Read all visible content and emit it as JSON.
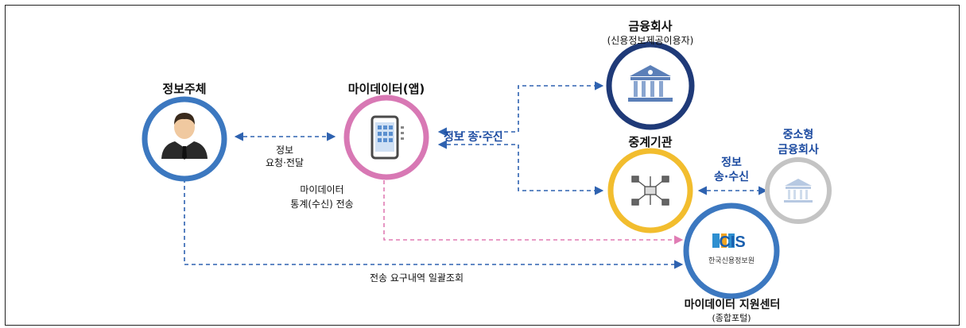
{
  "nodes": {
    "subject": {
      "title": "정보주체"
    },
    "app": {
      "title": "마이데이터(앱)"
    },
    "finance": {
      "title": "금융회사",
      "subtitle": "(신용정보제공이용자)"
    },
    "broker": {
      "title": "중계기관"
    },
    "small_finance": {
      "title_line1": "중소형",
      "title_line2": "금융회사"
    },
    "support": {
      "title": "마이데이터 지원센터",
      "subtitle": "(종합포털)",
      "logo_text": "CIS",
      "logo_caption": "한국신용정보원"
    }
  },
  "edges": {
    "subject_app": {
      "line1": "정보",
      "line2": "요청·전달"
    },
    "app_finance": {
      "label": "정보 송·수신"
    },
    "broker_small": {
      "line1": "정보",
      "line2": "송·수신"
    },
    "app_support": {
      "line1": "마이데이터",
      "line2": "통계(수신) 전송"
    },
    "subject_support": {
      "label": "전송 요구내역 일괄조회"
    }
  },
  "colors": {
    "subject_ring": "#3c78c0",
    "app_ring": "#d878b4",
    "finance_ring": "#1f3a78",
    "broker_ring": "#f2bd2e",
    "small_ring": "#c4c4c4",
    "support_ring": "#3c78c0",
    "blue_arrow": "#2e62b0",
    "pink_arrow": "#e07cb4",
    "label_blue": "#1b4aa0"
  }
}
